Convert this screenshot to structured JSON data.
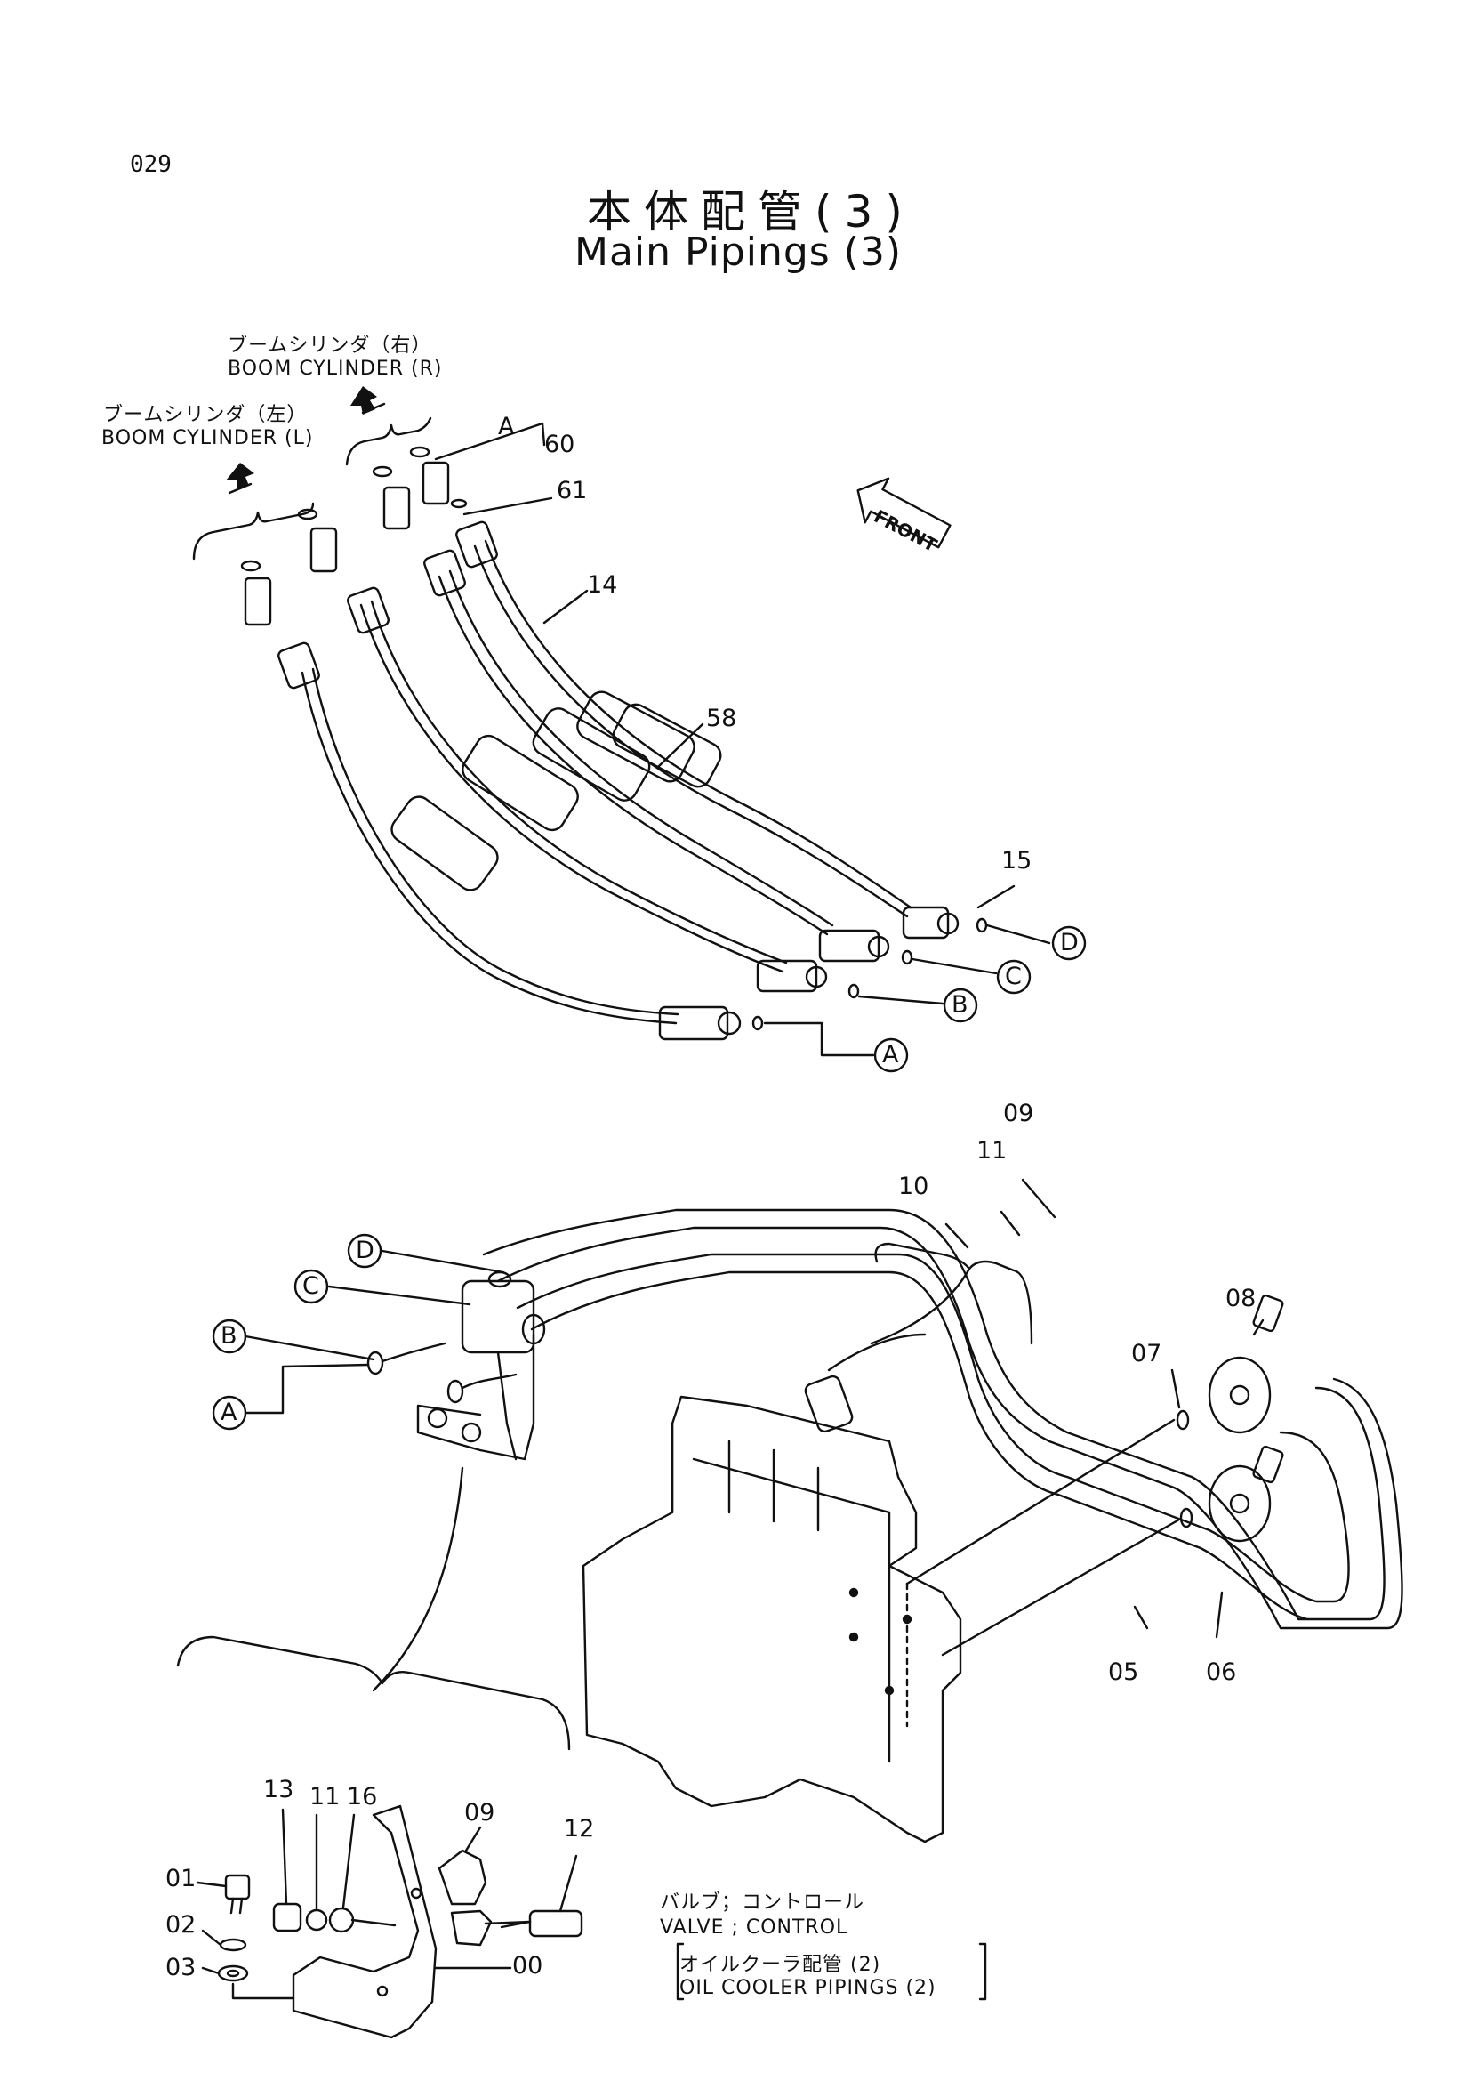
{
  "page_number": "029",
  "title": {
    "jp": "本体配管(3)",
    "en": "Main Pipings (3)"
  },
  "front_tag": "FRONT",
  "labels": {
    "boom_r_jp": "ブームシリンダ（右）",
    "boom_r_en": "BOOM CYLINDER (R)",
    "boom_l_jp": "ブームシリンダ（左）",
    "boom_l_en": "BOOM CYLINDER (L)",
    "valve_jp": "バルブ；コントロール",
    "valve_en": "VALVE ; CONTROL",
    "oil_cooler_jp": "オイルクーラ配管 (2)",
    "oil_cooler_en": "OIL COOLER PIPINGS (2)"
  },
  "connectors": [
    "A",
    "B",
    "C",
    "D"
  ],
  "parts": [
    "00",
    "01",
    "02",
    "03",
    "05",
    "06",
    "07",
    "08",
    "09",
    "10",
    "11",
    "12",
    "13",
    "14",
    "15",
    "16",
    "58",
    "60",
    "61"
  ]
}
